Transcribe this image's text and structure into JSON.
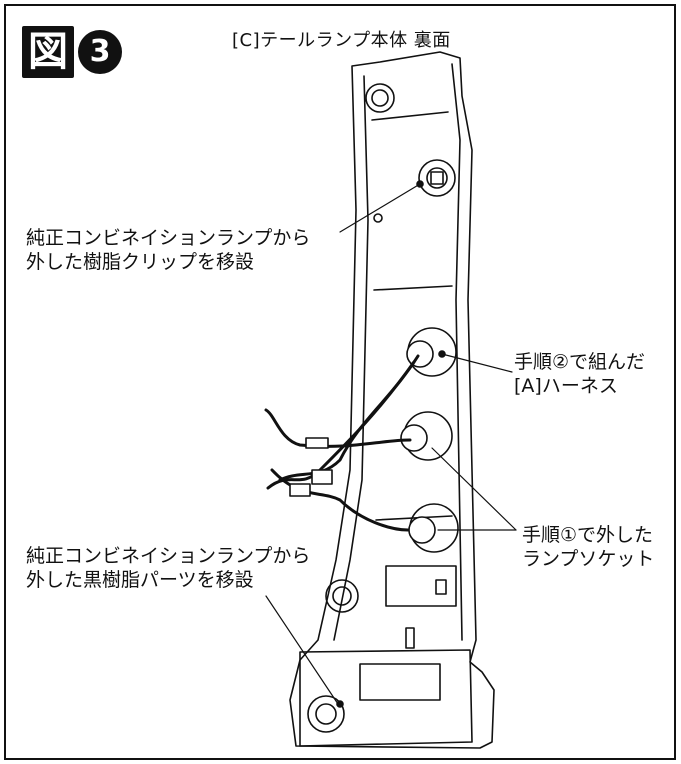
{
  "figure": {
    "kanji": "図",
    "number": "3"
  },
  "title": "[C]テールランプ本体 裏面",
  "labels": {
    "clip_line1": "純正コンビネイションランプから",
    "clip_line2": "外した樹脂クリップを移設",
    "harness_line1": "手順②で組んだ",
    "harness_line2": "[A]ハーネス",
    "socket_line1": "手順①で外した",
    "socket_line2": "ランプソケット",
    "black_line1": "純正コンビネイションランプから",
    "black_line2": "外した黒樹脂パーツを移設"
  },
  "colors": {
    "line": "#111111",
    "background": "#ffffff"
  }
}
